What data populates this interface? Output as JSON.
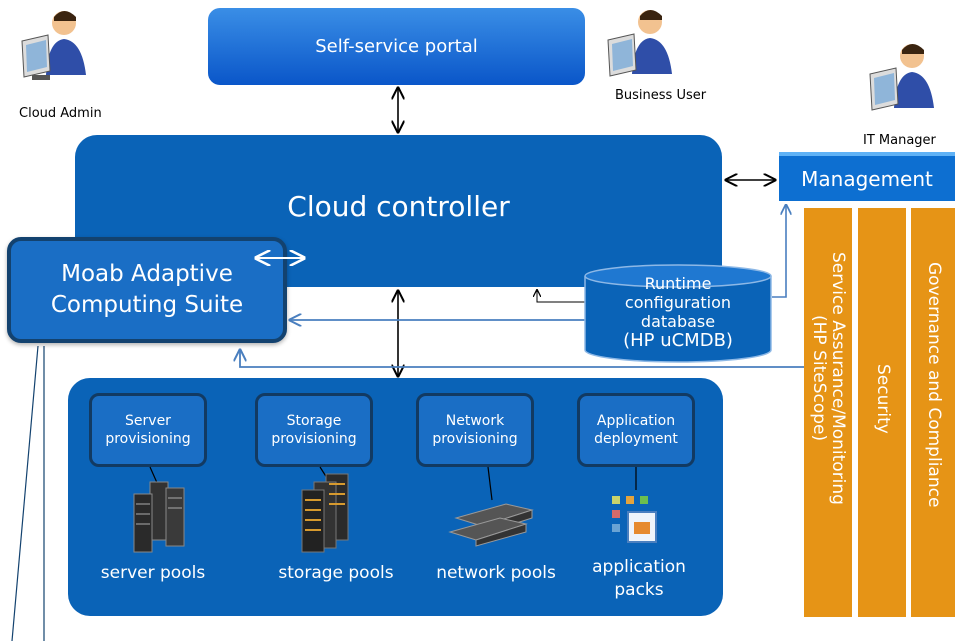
{
  "users": {
    "cloud_admin": "Cloud Admin",
    "business_user": "Business User",
    "it_manager": "IT Manager"
  },
  "portal": {
    "label": "Self-service portal"
  },
  "controller": {
    "label": "Cloud controller"
  },
  "moab": {
    "line1": "Moab Adaptive",
    "line2": "Computing Suite"
  },
  "database": {
    "line1": "Runtime",
    "line2": "configuration",
    "line3": "database",
    "line4": "(HP uCMDB)"
  },
  "management": {
    "label": "Management",
    "bars": {
      "service": "Service Assurance/Monitoring\n(HP SiteScope)",
      "security": "Security",
      "governance": "Governance and Compliance"
    }
  },
  "provisioning": [
    {
      "line1": "Server",
      "line2": "provisioning",
      "pool": "server pools"
    },
    {
      "line1": "Storage",
      "line2": "provisioning",
      "pool": "storage pools"
    },
    {
      "line1": "Network",
      "line2": "provisioning",
      "pool": "network pools"
    },
    {
      "line1": "Application",
      "line2": "deployment",
      "pool": "application",
      "pool2": "packs"
    }
  ],
  "colors": {
    "box_blue": "#0a63b7",
    "portal_blue": "#1a6ec5",
    "dark_outline": "#13426f",
    "orange": "#e69416",
    "connector_blue": "#4a7fbf"
  }
}
